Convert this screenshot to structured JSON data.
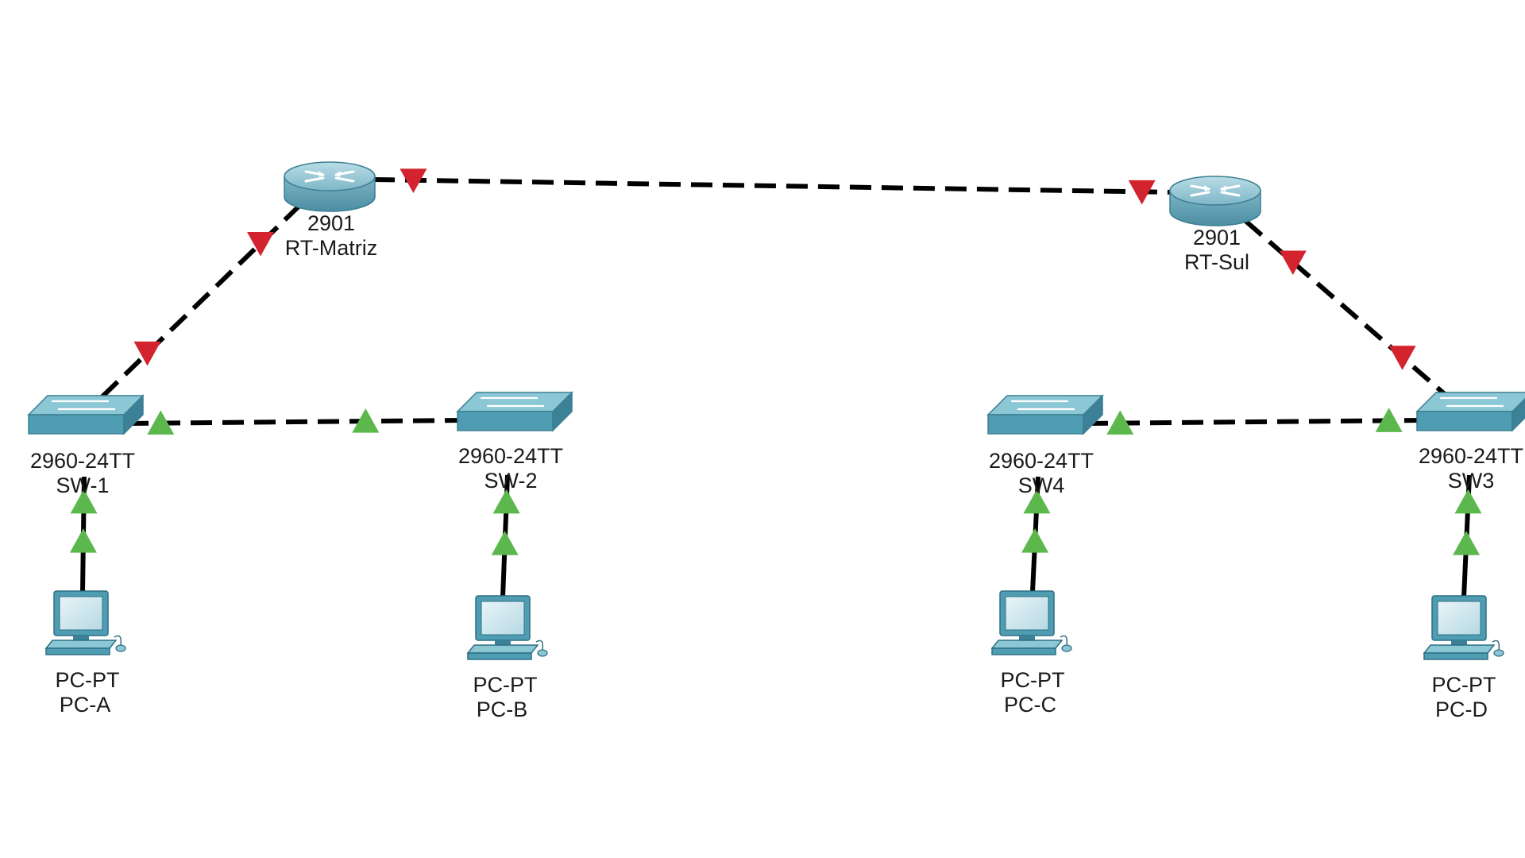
{
  "colors": {
    "link": "#000000",
    "link_down": "#d2232e",
    "link_up": "#5cb84c",
    "router_fill": "#8fc3d3",
    "switch_fill": "#4f9db2",
    "pc_fill": "#4f9db2"
  },
  "devices": [
    {
      "id": "rt-matriz",
      "kind": "router-icon",
      "model": "2901",
      "name": "RT-Matriz"
    },
    {
      "id": "rt-sul",
      "kind": "router-icon",
      "model": "2901",
      "name": "RT-Sul"
    },
    {
      "id": "sw-1",
      "kind": "switch-icon",
      "model": "2960-24TT",
      "name": "SW-1"
    },
    {
      "id": "sw-2",
      "kind": "switch-icon",
      "model": "2960-24TT",
      "name": "SW-2"
    },
    {
      "id": "sw4",
      "kind": "switch-icon",
      "model": "2960-24TT",
      "name": "SW4"
    },
    {
      "id": "sw3",
      "kind": "switch-icon",
      "model": "2960-24TT",
      "name": "SW3"
    },
    {
      "id": "pc-a",
      "kind": "pc-icon",
      "model": "PC-PT",
      "name": "PC-A"
    },
    {
      "id": "pc-b",
      "kind": "pc-icon",
      "model": "PC-PT",
      "name": "PC-B"
    },
    {
      "id": "pc-c",
      "kind": "pc-icon",
      "model": "PC-PT",
      "name": "PC-C"
    },
    {
      "id": "pc-d",
      "kind": "pc-icon",
      "model": "PC-PT",
      "name": "PC-D"
    }
  ],
  "links": [
    {
      "from": "rt-matriz",
      "to": "rt-sul",
      "style": "dashed",
      "status": "down"
    },
    {
      "from": "rt-matriz",
      "to": "sw-1",
      "style": "dashed",
      "status": "down"
    },
    {
      "from": "rt-sul",
      "to": "sw3",
      "style": "dashed",
      "status": "down"
    },
    {
      "from": "sw-1",
      "to": "sw-2",
      "style": "dashed",
      "status": "up"
    },
    {
      "from": "sw4",
      "to": "sw3",
      "style": "dashed",
      "status": "up"
    },
    {
      "from": "sw-1",
      "to": "pc-a",
      "style": "solid",
      "status": "up"
    },
    {
      "from": "sw-2",
      "to": "pc-b",
      "style": "solid",
      "status": "up"
    },
    {
      "from": "sw4",
      "to": "pc-c",
      "style": "solid",
      "status": "up"
    },
    {
      "from": "sw3",
      "to": "pc-d",
      "style": "solid",
      "status": "up"
    }
  ]
}
